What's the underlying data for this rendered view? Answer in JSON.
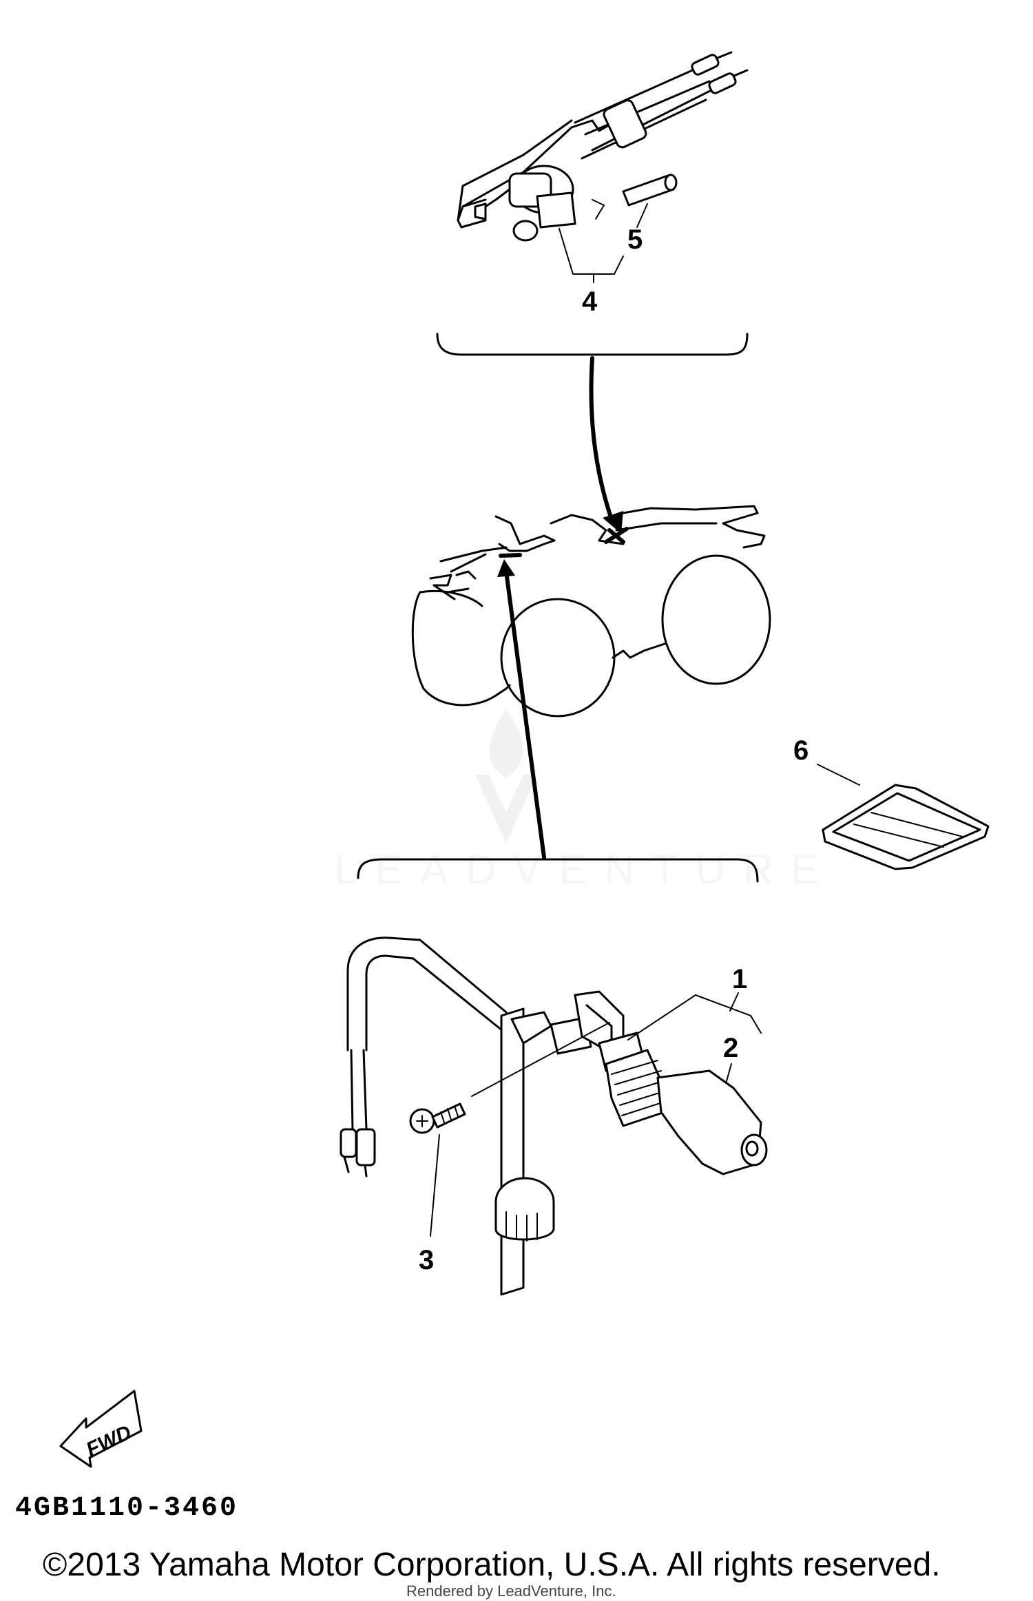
{
  "callouts": {
    "c1": "1",
    "c2": "2",
    "c3": "3",
    "c4": "4",
    "c5": "5",
    "c6": "6"
  },
  "fwd_label": "FWD",
  "part_code": "4GB1110-3460",
  "copyright": "©2013 Yamaha Motor Corporation, U.S.A. All rights reserved.",
  "rendered_by": "Rendered by LeadVenture, Inc.",
  "watermark": "LEADVENTURE"
}
